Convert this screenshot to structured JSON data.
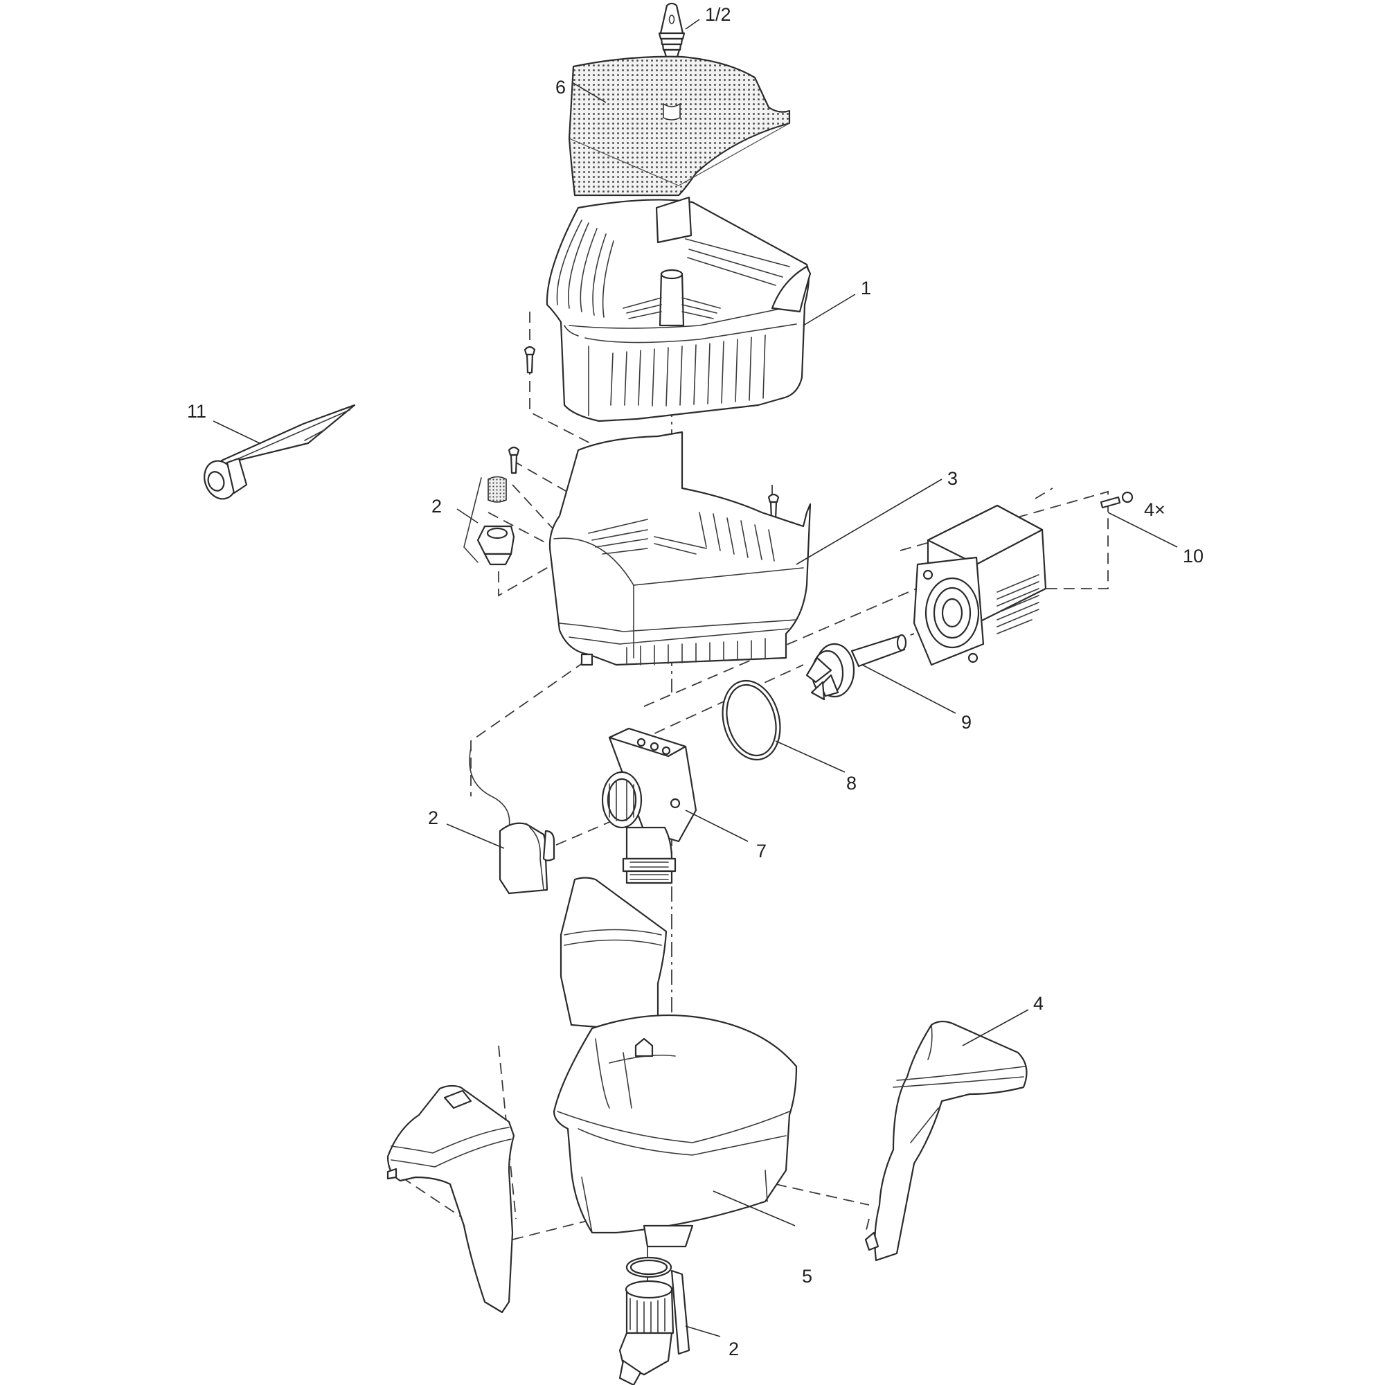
{
  "callouts": {
    "c12": "1/2",
    "c6": "6",
    "c1": "1",
    "c11": "11",
    "c2a": "2",
    "c3": "3",
    "c4x": "4×",
    "c10": "10",
    "c9": "9",
    "c8": "8",
    "c2b": "2",
    "c7": "7",
    "c4": "4",
    "c5": "5",
    "c2c": "2"
  },
  "colors": {
    "line": "#2b2b2b",
    "filter_screen": "#9a9a9a",
    "background": "#ffffff"
  }
}
